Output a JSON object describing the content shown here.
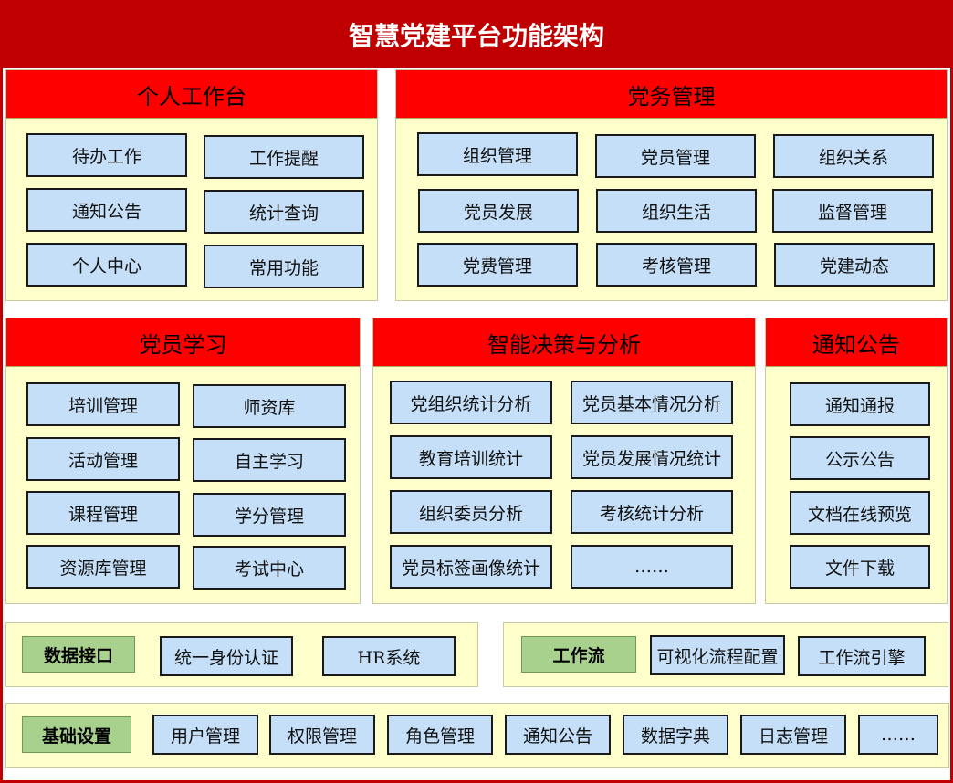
{
  "title": "智慧党建平台功能架构",
  "personal": {
    "header": "个人工作台",
    "items": [
      "待办工作",
      "工作提醒",
      "通知公告",
      "统计查询",
      "个人中心",
      "常用功能"
    ]
  },
  "party_affairs": {
    "header": "党务管理",
    "items": [
      "组织管理",
      "党员管理",
      "组织关系",
      "党员发展",
      "组织生活",
      "监督管理",
      "党费管理",
      "考核管理",
      "党建动态"
    ]
  },
  "study": {
    "header": "党员学习",
    "items": [
      "培训管理",
      "师资库",
      "活动管理",
      "自主学习",
      "课程管理",
      "学分管理",
      "资源库管理",
      "考试中心"
    ]
  },
  "decision": {
    "header": "智能决策与分析",
    "items": [
      "党组织统计分析",
      "党员基本情况分析",
      "教育培训统计",
      "党员发展情况统计",
      "组织委员分析",
      "考核统计分析",
      "党员标签画像统计",
      "……"
    ]
  },
  "notice": {
    "header": "通知公告",
    "items": [
      "通知通报",
      "公示公告",
      "文档在线预览",
      "文件下载"
    ]
  },
  "data_interface": {
    "label": "数据接口",
    "items": [
      "统一身份认证",
      "HR系统"
    ]
  },
  "workflow": {
    "label": "工作流",
    "items": [
      "可视化流程配置",
      "工作流引擎"
    ]
  },
  "base_settings": {
    "label": "基础设置",
    "items": [
      "用户管理",
      "权限管理",
      "角色管理",
      "通知公告",
      "数据字典",
      "日志管理",
      "……"
    ]
  }
}
